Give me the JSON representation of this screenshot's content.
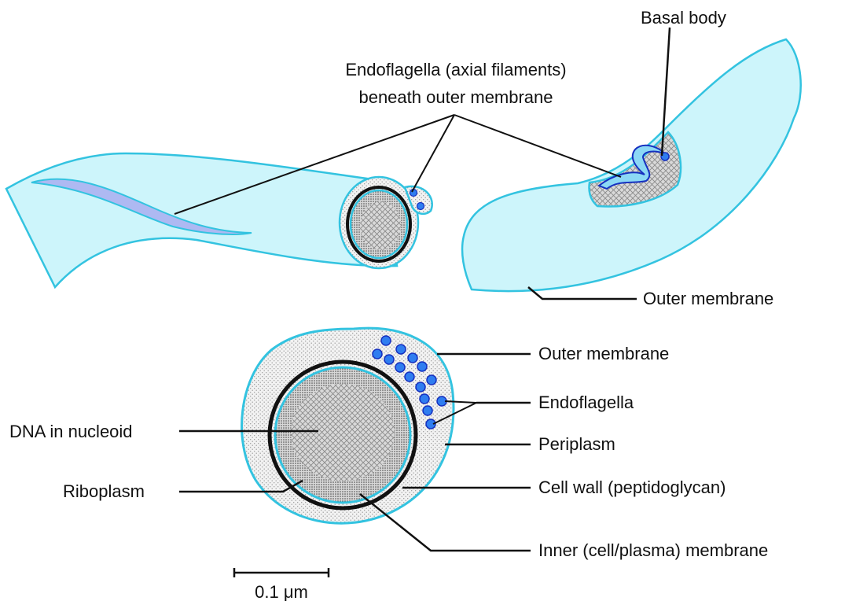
{
  "labels": {
    "basal_body": "Basal body",
    "endoflagella_top_line1": "Endoflagella (axial filaments)",
    "endoflagella_top_line2": "beneath outer membrane",
    "outer_membrane_top": "Outer membrane",
    "outer_membrane_bottom": "Outer membrane",
    "endoflagella_bottom": "Endoflagella",
    "periplasm": "Periplasm",
    "cell_wall": "Cell wall (peptidoglycan)",
    "inner_membrane": "Inner (cell/plasma) membrane",
    "dna": "DNA in nucleoid",
    "riboplasm": "Riboplasm",
    "scale": "0.1 μm"
  },
  "colors": {
    "cell_fill": "#cdf5fb",
    "membrane": "#33c3e0",
    "flagellum_fill": "#aeb9f2",
    "flagellum_dot": "#2f7df0",
    "flagellum_dot_edge": "#1530c0",
    "cell_wall": "#111111",
    "periplasm_bg": "#ececec"
  }
}
